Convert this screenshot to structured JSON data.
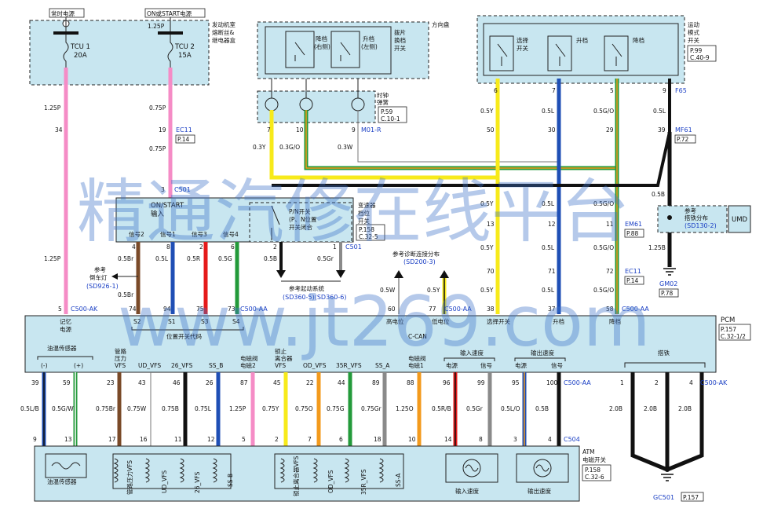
{
  "top": {
    "battery_label": "常时电源",
    "ign_label": "ON或START电源",
    "fuse_box_label_1": "发动机室",
    "fuse_box_label_2": "熔断丝&",
    "fuse_box_label_3": "继电器盒",
    "tcu1_name": "TCU 1",
    "tcu1_amp": "20A",
    "tcu2_wire": "1.25P",
    "tcu2_name": "TCU 2",
    "tcu2_amp": "15A"
  },
  "steering": {
    "title": "方向盘",
    "down_1": "降档",
    "down_2": "(右侧)",
    "up_1": "升档",
    "up_2": "(左侧)",
    "paddle_1": "拨片",
    "paddle_2": "换档",
    "paddle_3": "开关",
    "clock_1": "时钟",
    "clock_2": "弹簧",
    "clock_ref_1": "P.59",
    "clock_ref_2": "C.10-1"
  },
  "sport": {
    "title_1": "运动",
    "title_2": "模式",
    "title_3": "开关",
    "ref_1": "P.99",
    "ref_2": "C.40-9",
    "sw1_1": "选择",
    "sw1_2": "开关",
    "sw2": "升档",
    "sw3": "降档"
  },
  "wires": {
    "w_125p": "1.25P",
    "w_075p": "0.75P",
    "w_03y": "0.3Y",
    "w_03go": "0.3G/O",
    "w_03w": "0.3W",
    "w_05y": "0.5Y",
    "w_05l": "0.5L",
    "w_05go": "0.5G/O",
    "w_05b": "0.5B",
    "w_125b": "1.25B",
    "w_05br": "0.5Br",
    "w_05r": "0.5R",
    "w_05g": "0.5G",
    "w_05gr": "0.5Gr",
    "w_05w": "0.5W"
  },
  "pins": {
    "p34": "34",
    "p19": "19",
    "p3": "3",
    "p5": "5",
    "p6": "6",
    "p7": "7",
    "p5b": "5",
    "p9": "9",
    "p50": "50",
    "p30": "30",
    "p29": "29",
    "p39": "39",
    "p13": "13",
    "p12": "12",
    "p11": "11",
    "p70": "70",
    "p71": "71",
    "p72": "72",
    "p38": "38",
    "p37": "37",
    "p58": "58",
    "p4": "4",
    "p8": "8",
    "p2": "2",
    "p6b": "6",
    "p1": "1",
    "p74": "74",
    "p94": "94",
    "p75": "75",
    "p73": "73",
    "p60": "60",
    "p77": "77",
    "ck7": "7",
    "ck10": "10",
    "ck9": "9"
  },
  "connectors": {
    "ec11": "EC11",
    "p14": "P.14",
    "c501": "C501",
    "m01r": "M01-R",
    "f65": "F65",
    "mf61": "MF61",
    "p72": "P.72",
    "em61": "EM61",
    "p88": "P.88",
    "ec11b": "EC11",
    "p14b": "P.14",
    "gm02": "GM02",
    "p78": "P.78",
    "c500aa": "C500-AA",
    "c500ak": "C500-AK",
    "c501b": "C501",
    "c500aa2": "C500-AA",
    "c500aa3": "C500-AA",
    "c500ak2": "C500-AK",
    "c504": "C504",
    "gc501": "GC501",
    "p157": "P.157"
  },
  "onstart": {
    "title_1": "ON/START",
    "title_2": "输入",
    "pn_1": "P/N开关",
    "pn_2": "(P、N位置",
    "pn_3": "开关闭合",
    "range_1": "变速器",
    "range_2": "档位",
    "range_3": "开关",
    "ref_1": "P.158",
    "ref_2": "C.32-5",
    "sig2": "信号2",
    "sig1": "信号1",
    "sig3": "信号3",
    "sig4": "信号4"
  },
  "refs": {
    "reverse_1": "参考",
    "reverse_2": "倒车灯",
    "reverse_3": "(SD926-1)",
    "start_1": "参考起动系统",
    "start_2": "(SD360-5)(SD360-6)",
    "diag_1": "参考诊断连接分布",
    "diag_2": "(SD200-3)",
    "ground_1": "参考",
    "ground_2": "搭铁分布",
    "ground_3": "(SD130-2)",
    "umd": "UMD"
  },
  "pcm": {
    "title": "PCM",
    "ref_1": "P.157",
    "ref_2": "C.32-1/2",
    "mem_1": "记忆",
    "mem_2": "电源",
    "s2": "S2",
    "s1": "S1",
    "s3": "S3",
    "s4": "S4",
    "pos_code": "位置开关代码",
    "can_hi": "高电位",
    "can_lo": "低电位",
    "ccan": "C-CAN",
    "sel": "选择开关",
    "up": "升档",
    "down": "降档",
    "oil_temp": "油温传感器",
    "neg": "(-)",
    "pos": "(+)",
    "line_1": "管路",
    "line_2": "压力",
    "line_3": "VFS",
    "ud_vfs": "UD_VFS",
    "vfs26": "26_VFS",
    "ssb": "SS_B",
    "sol2_1": "电磁阀",
    "sol2_2": "电磁2",
    "lock_1": "锁止",
    "lock_2": "离合器",
    "lock_3": "VFS",
    "od_vfs": "OD_VFS",
    "vfs35r": "35R_VFS",
    "ssa": "SS_A",
    "sol1_1": "电磁阀",
    "sol1_2": "电磁1",
    "in_speed": "输入速度",
    "out_speed": "输出速度",
    "pwr": "电源",
    "sig": "信号",
    "gnd": "搭铁"
  },
  "lower": {
    "pins_top": [
      "39",
      "59",
      "23",
      "43",
      "46",
      "26",
      "87",
      "45",
      "22",
      "44",
      "89",
      "88",
      "96",
      "99",
      "95",
      "100",
      "1",
      "2",
      "4"
    ],
    "wires": [
      "0.5L/B",
      "0.5G/W",
      "0.75Br",
      "0.75W",
      "0.75B",
      "0.75L",
      "1.25P",
      "0.75Y",
      "0.75O",
      "0.75G",
      "0.75Gr",
      "1.25O",
      "0.5R/B",
      "0.5Gr",
      "0.5L/O",
      "0.5B",
      "2.0B",
      "2.0B",
      "2.0B"
    ],
    "pins_bot": [
      "9",
      "13",
      "17",
      "16",
      "11",
      "12",
      "5",
      "2",
      "7",
      "6",
      "18",
      "10",
      "14",
      "8",
      "3",
      "4"
    ]
  },
  "atm": {
    "title_1": "ATM",
    "title_2": "电磁开关",
    "ref_1": "P.158",
    "ref_2": "C.32-6",
    "oil_temp": "油温传感器",
    "line_vfs": "管路压力VFS",
    "ud_vfs": "UD_VFS",
    "vfs26": "26_VFS",
    "ssb": "SS-B",
    "lock_vfs": "锁止离合器VFS",
    "od_vfs": "OD_VFS",
    "vfs35r": "35R_VFS",
    "ssa": "SS-A",
    "in_speed": "输入速度",
    "out_speed": "输出速度"
  },
  "watermark": {
    "line_1": "精通汽修在线平台",
    "line_2": "www.jt269.com"
  }
}
